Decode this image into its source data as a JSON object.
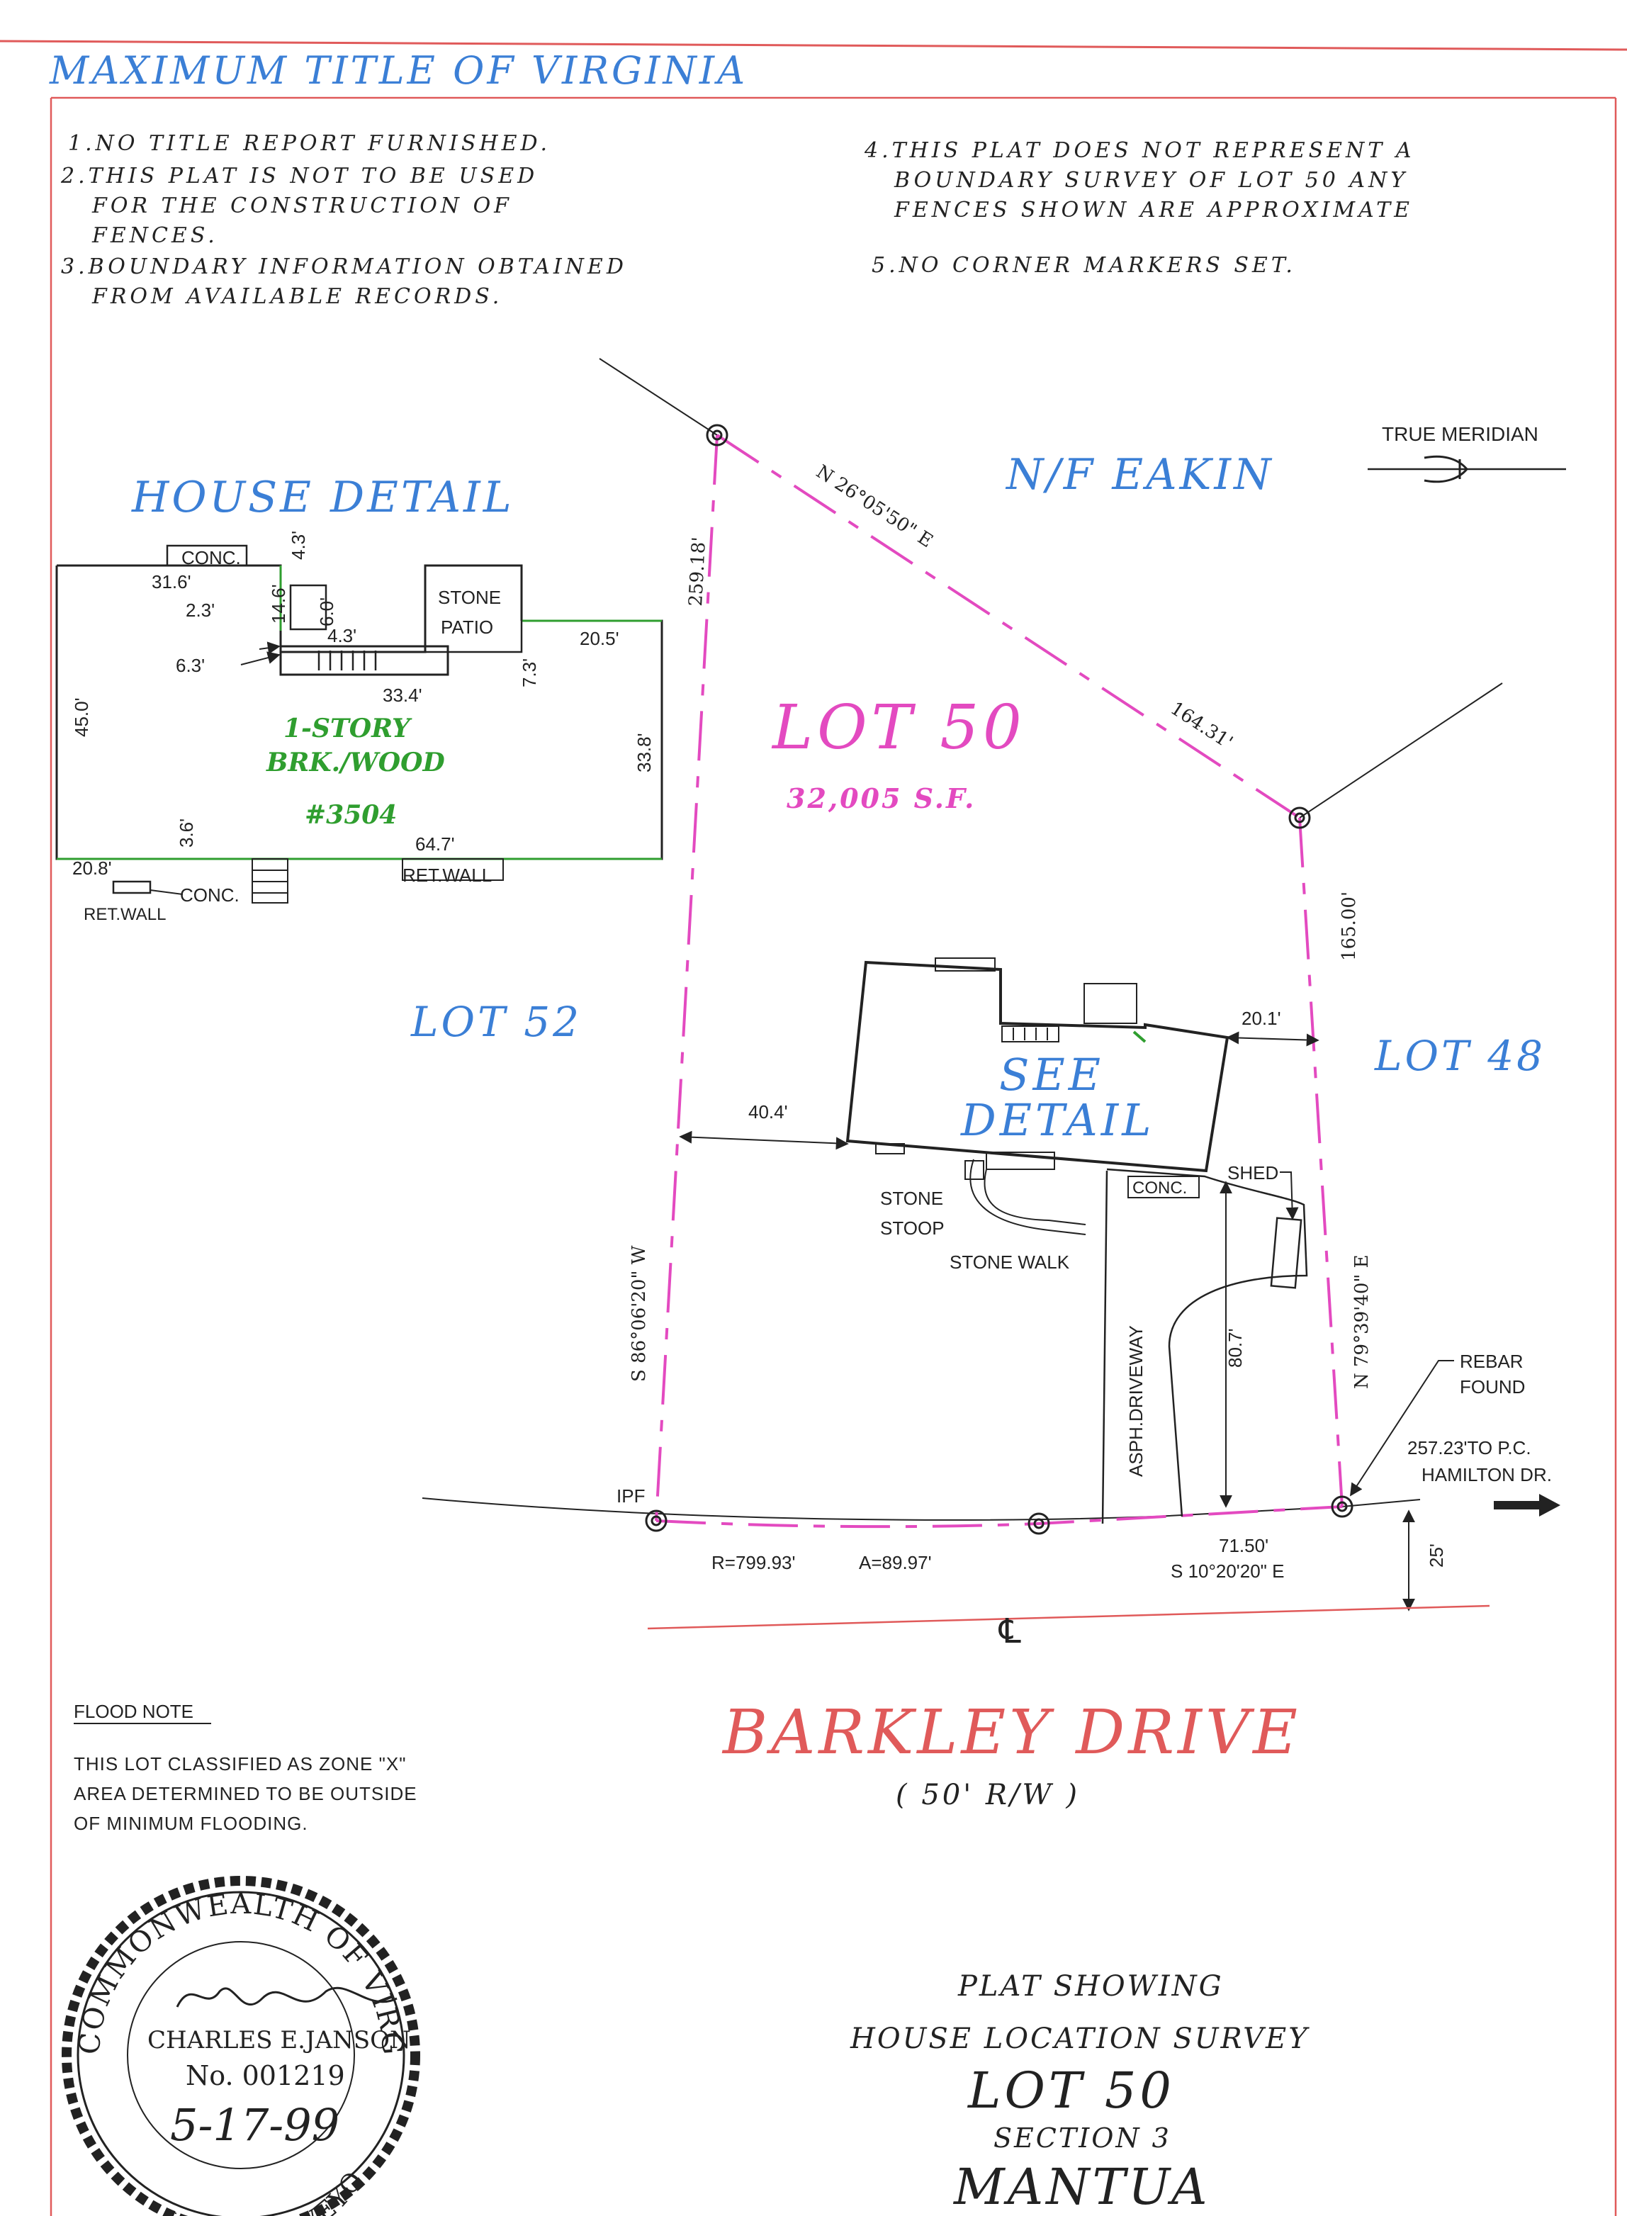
{
  "header": {
    "title": "MAXIMUM TITLE OF VIRGINIA"
  },
  "notes": {
    "n1": "1.NO TITLE REPORT FURNISHED.",
    "n2a": "2.THIS PLAT IS NOT TO BE USED",
    "n2b": "FOR THE CONSTRUCTION OF",
    "n2c": "FENCES.",
    "n3a": "3.BOUNDARY INFORMATION OBTAINED",
    "n3b": "FROM AVAILABLE RECORDS.",
    "n4a": "4.THIS PLAT DOES NOT REPRESENT A",
    "n4b": "BOUNDARY SURVEY OF LOT 50  ANY",
    "n4c": "FENCES SHOWN ARE APPROXIMATE",
    "n5": "5.NO CORNER MARKERS SET."
  },
  "meridian": {
    "label": "TRUE MERIDIAN"
  },
  "neighbors": {
    "north": "N/F EAKIN",
    "west": "LOT 52",
    "east": "LOT 48"
  },
  "house_detail": {
    "title": "HOUSE DETAIL",
    "conc_top": "CONC.",
    "d_31_6": "31.6'",
    "d_2_3": "2.3'",
    "d_4_3a": "4.3'",
    "d_14_6": "14.6'",
    "d_6_0": "6.0'",
    "d_4_3b": "4.3'",
    "d_6_3": "6.3'",
    "patio_1": "STONE",
    "patio_2": "PATIO",
    "d_20_5": "20.5'",
    "d_7_3": "7.3'",
    "d_33_4": "33.4'",
    "d_45_0": "45.0'",
    "d_33_8": "33.8'",
    "story": "1-STORY",
    "material": "BRK./WOOD",
    "number": "#3504",
    "d_3_6": "3.6'",
    "d_64_7": "64.7'",
    "d_20_8": "20.8'",
    "ret_wall_right": "RET.WALL",
    "conc_bottom": "CONC.",
    "ret_wall_left": "RET.WALL"
  },
  "lot": {
    "name": "LOT 50",
    "area": "32,005 S.F.",
    "see_detail_1": "SEE",
    "see_detail_2": "DETAIL",
    "bearing_ne": "N 26°05'50\" E",
    "dist_ne": "164.31'",
    "dist_w": "259.18'",
    "dist_e": "165.00'",
    "bearing_w": "S 86°06'20\" W",
    "bearing_e": "N 79°39'40\" E",
    "setback_w": "40.4'",
    "setback_e": "20.1'",
    "setback_front": "80.7'",
    "stone_stoop_1": "STONE",
    "stone_stoop_2": "STOOP",
    "stone_walk": "STONE WALK",
    "conc": "CONC.",
    "shed": "SHED",
    "driveway": "ASPH.DRIVEWAY",
    "rebar_1": "REBAR",
    "rebar_2": "FOUND",
    "pc_1": "257.23'TO P.C.",
    "pc_2": "HAMILTON DR.",
    "ipf": "IPF",
    "curve_r": "R=799.93'",
    "curve_a": "A=89.97'",
    "front_dist": "71.50'",
    "front_bearing": "S 10°20'20\" E",
    "dist_25": "25'",
    "centerline": "℄"
  },
  "street": {
    "name": "BARKLEY DRIVE",
    "row": "( 50' R/W )"
  },
  "flood": {
    "title": "FLOOD NOTE",
    "line1": "THIS LOT CLASSIFIED AS ZONE \"X\"",
    "line2": "AREA DETERMINED TO BE OUTSIDE",
    "line3": "OF MINIMUM FLOODING."
  },
  "seal": {
    "arc_top": "COMMONWEALTH OF VIRGINIA",
    "arc_bottom": "LAND SURVEYOR",
    "name": "CHARLES E.JANSON",
    "number": "No. 001219",
    "date": "5-17-99"
  },
  "title_block": {
    "line1": "PLAT SHOWING",
    "line2": "HOUSE LOCATION   SURVEY",
    "line3": "LOT 50",
    "line4": "SECTION 3",
    "line5": "MANTUA"
  },
  "colors": {
    "border": "#e05a5a",
    "blue_text": "#3b7fd6",
    "lot_line": "#e34ac0",
    "green": "#2f9e2f",
    "black": "#222222"
  }
}
